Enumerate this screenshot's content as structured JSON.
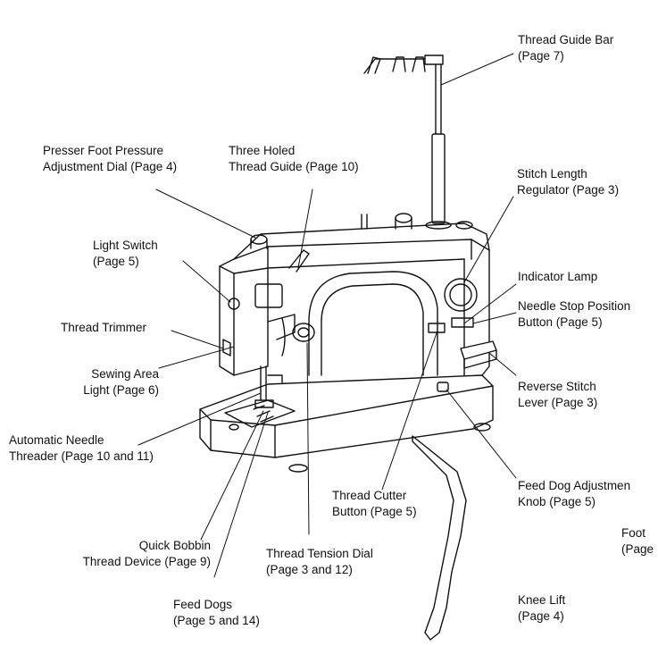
{
  "labels": {
    "thread_guide_bar": [
      "Thread Guide Bar",
      "(Page 7)"
    ],
    "presser_foot_pressure": [
      "Presser Foot Pressure",
      "Adjustment Dial (Page 4)"
    ],
    "three_holed_thread_guide": [
      "Three Holed",
      "Thread Guide (Page 10)"
    ],
    "stitch_length_regulator": [
      "Stitch Length",
      "Regulator (Page 3)"
    ],
    "light_switch": [
      "Light Switch",
      "(Page 5)"
    ],
    "indicator_lamp": [
      "Indicator Lamp"
    ],
    "needle_stop_position": [
      "Needle Stop Position",
      "Button (Page 5)"
    ],
    "thread_trimmer": [
      "Thread Trimmer"
    ],
    "sewing_area_light": [
      "Sewing Area",
      "Light (Page 6)"
    ],
    "reverse_stitch_lever": [
      "Reverse Stitch",
      "Lever (Page 3)"
    ],
    "automatic_needle_threader": [
      "Automatic Needle",
      "Threader (Page 10 and 11)"
    ],
    "feed_dog_adjustment": [
      "Feed Dog Adjustmen",
      "Knob (Page 5)"
    ],
    "thread_cutter_button": [
      "Thread Cutter",
      "Button (Page 5)"
    ],
    "foot_partial": [
      "Foot",
      "(Page"
    ],
    "quick_bobbin": [
      "Quick Bobbin",
      "Thread Device (Page 9)"
    ],
    "thread_tension_dial": [
      "Thread Tension Dial",
      "(Page 3 and 12)"
    ],
    "knee_lift": [
      "Knee Lift",
      "(Page 4)"
    ],
    "feed_dogs": [
      "Feed Dogs",
      "(Page 5 and 14)"
    ]
  }
}
